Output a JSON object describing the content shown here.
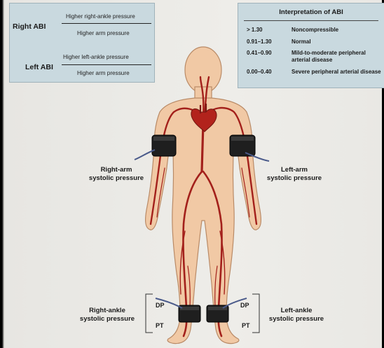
{
  "formula": {
    "right_label": "Right ABI",
    "right_numerator": "Higher right-ankle pressure",
    "right_denominator": "Higher arm pressure",
    "left_label": "Left ABI",
    "left_numerator": "Higher left-ankle pressure",
    "left_denominator": "Higher arm pressure"
  },
  "interpretation": {
    "title": "Interpretation of ABI",
    "rows": [
      {
        "range": "> 1.30",
        "meaning": "Noncompressible"
      },
      {
        "range": "0.91–1.30",
        "meaning": "Normal"
      },
      {
        "range": "0.41–0.90",
        "meaning": "Mild-to-moderate peripheral arterial disease"
      },
      {
        "range": "0.00–0.40",
        "meaning": "Severe peripheral arterial disease"
      }
    ]
  },
  "labels": {
    "right_arm": "Right-arm\nsystolic pressure",
    "left_arm": "Left-arm\nsystolic pressure",
    "right_ankle": "Right-ankle\nsystolic pressure",
    "left_ankle": "Left-ankle\nsystolic pressure",
    "dp_left": "DP",
    "pt_left": "PT",
    "dp_right": "DP",
    "pt_right": "PT"
  },
  "colors": {
    "skin": "#f1c9a5",
    "skin_outline": "#b98a66",
    "artery": "#a3201b",
    "box_fill": "#c9d9df",
    "cuff": "#1f1f1f",
    "tube": "#4a5a8a"
  }
}
